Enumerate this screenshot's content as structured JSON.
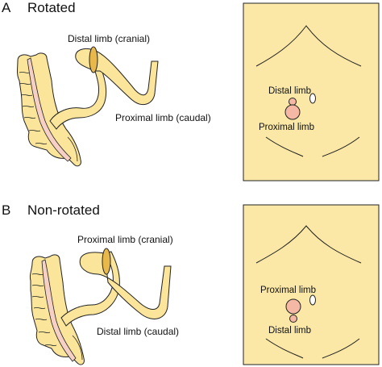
{
  "panels": [
    {
      "letter": "A",
      "title": "Rotated",
      "colon_labels": {
        "top": "Distal limb (cranial)",
        "bottom": "Proximal limb (caudal)"
      },
      "abdomen_labels": {
        "top": "Distal limb",
        "bottom": "Proximal limb"
      }
    },
    {
      "letter": "B",
      "title": "Non-rotated",
      "colon_labels": {
        "top": "Proximal limb (cranial)",
        "bottom": "Distal limb (caudal)"
      },
      "abdomen_labels": {
        "top": "Proximal limb",
        "bottom": "Distal limb"
      }
    }
  ],
  "colors": {
    "colon_fill": "#fbe59a",
    "mucosa_fill": "#f6d0c4",
    "abdomen_fill": "#fbe8a6",
    "stoma_fill": "#f4b8a4",
    "outline": "#222222"
  }
}
